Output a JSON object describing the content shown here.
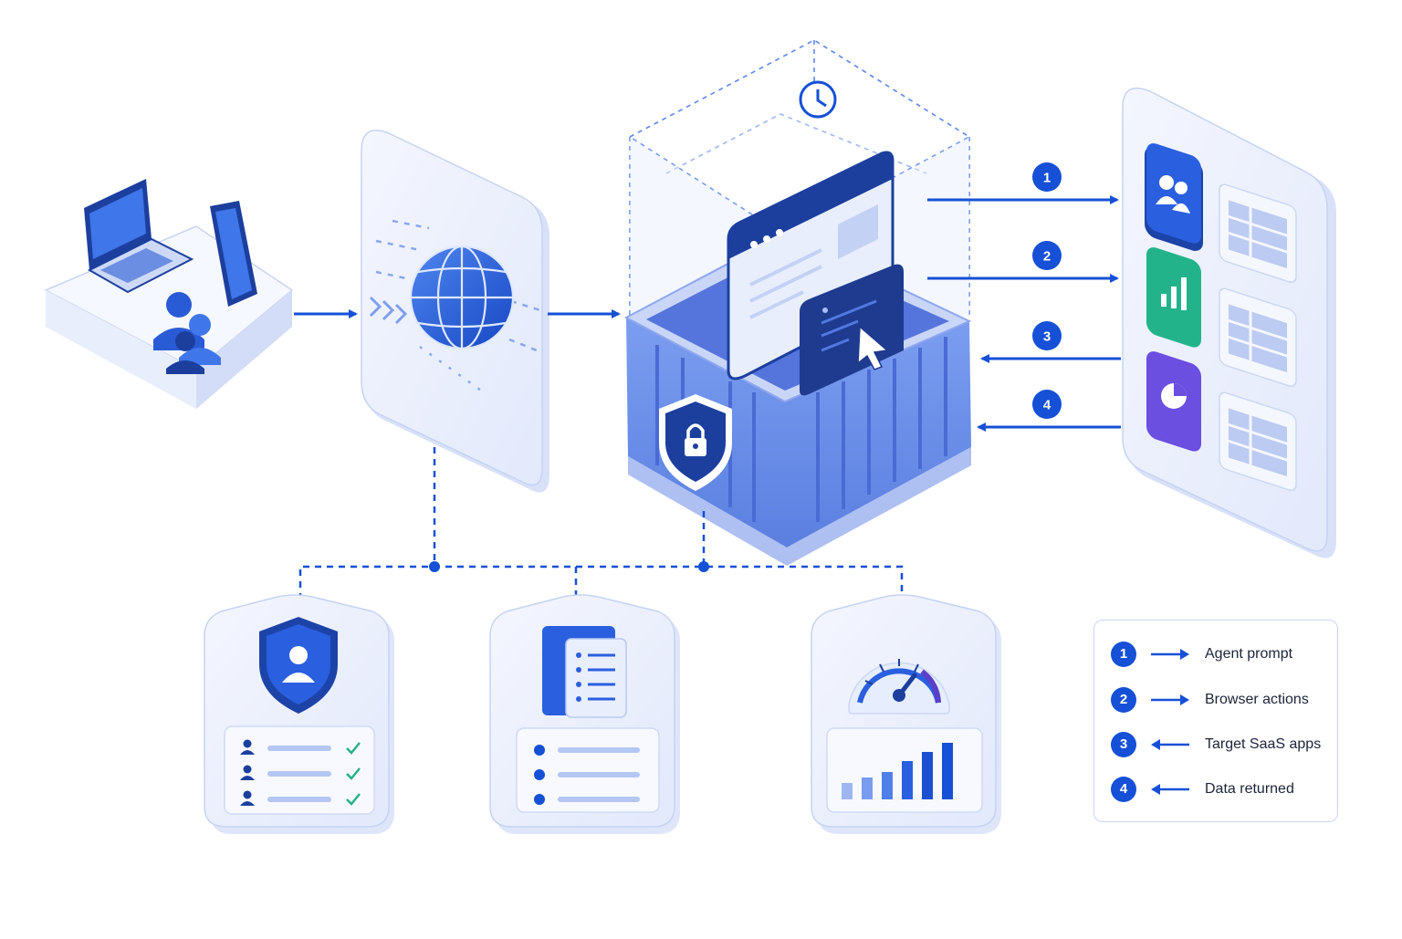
{
  "flow_steps": [
    {
      "number": "1",
      "direction": "right"
    },
    {
      "number": "2",
      "direction": "right"
    },
    {
      "number": "3",
      "direction": "left"
    },
    {
      "number": "4",
      "direction": "left"
    }
  ],
  "legend": [
    {
      "number": "1",
      "direction": "right",
      "label": "Agent prompt"
    },
    {
      "number": "2",
      "direction": "right",
      "label": "Browser actions"
    },
    {
      "number": "3",
      "direction": "left",
      "label": "Target SaaS apps"
    },
    {
      "number": "4",
      "direction": "left",
      "label": "Data returned"
    }
  ],
  "colors": {
    "primary": "#1550d6",
    "primary_dark": "#1c3f9e",
    "light_panel": "#eef2fd",
    "green_app": "#23b38a",
    "purple_app": "#6a4fe0",
    "check_green": "#27b08a"
  },
  "icons": [
    "laptop-icon",
    "phone-icon",
    "users-icon",
    "globe-icon",
    "clock-icon",
    "browser-window-icon",
    "cursor-icon",
    "lock-shield-icon",
    "user-group-app-icon",
    "bar-chart-app-icon",
    "pie-chart-app-icon",
    "user-shield-icon",
    "document-list-icon",
    "speedometer-icon",
    "bar-chart-icon"
  ]
}
